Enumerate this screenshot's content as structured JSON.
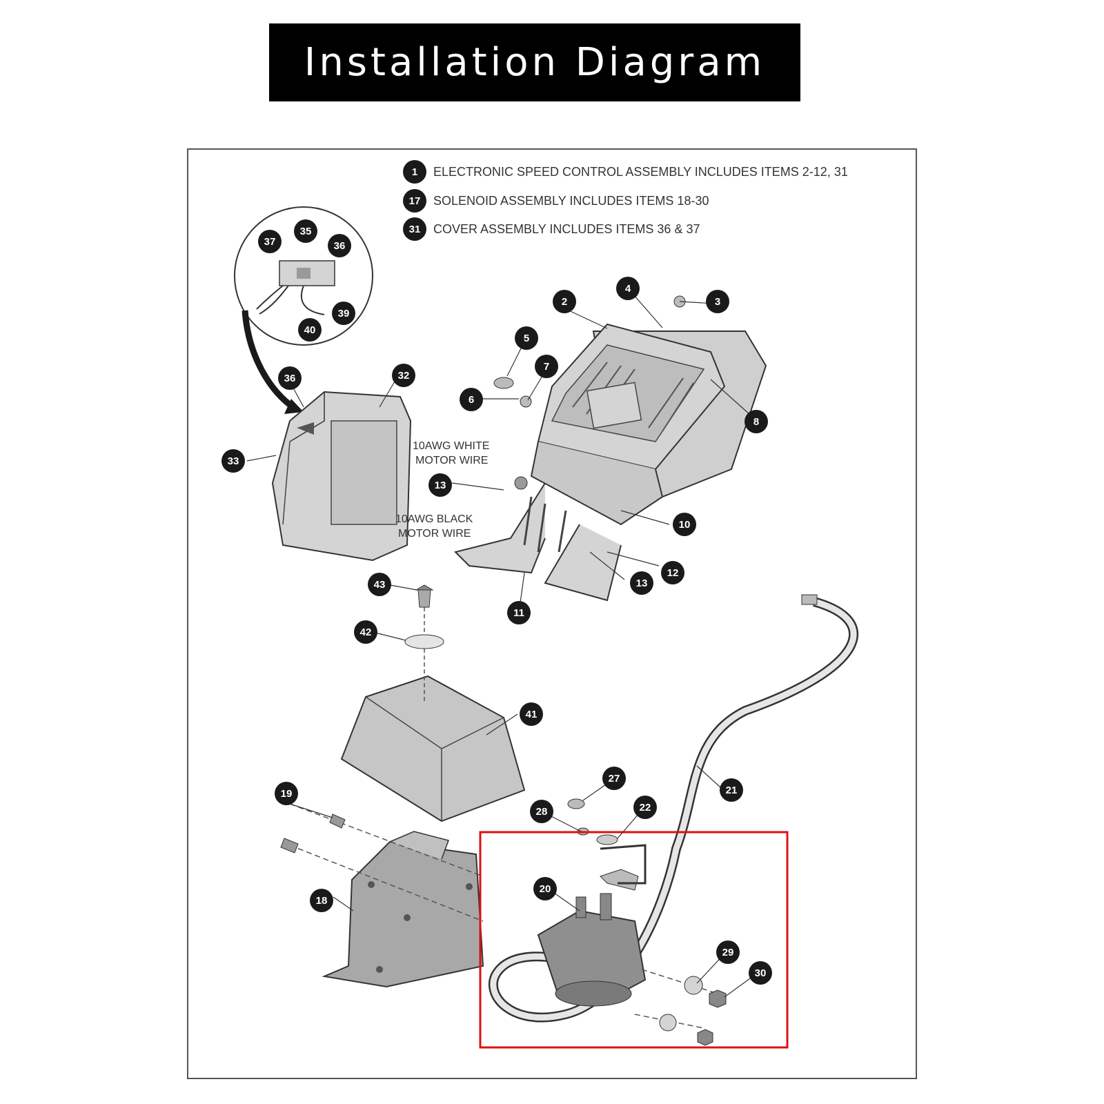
{
  "title": "Installation Diagram",
  "legend": [
    {
      "num": "1",
      "text": "ELECTRONIC SPEED CONTROL ASSEMBLY INCLUDES ITEMS 2-12, 31"
    },
    {
      "num": "17",
      "text": "SOLENOID ASSEMBLY INCLUDES ITEMS 18-30"
    },
    {
      "num": "31",
      "text": "COVER ASSEMBLY INCLUDES ITEMS 36 & 37"
    }
  ],
  "wire_labels": {
    "white_line1": "10AWG WHITE",
    "white_line2": "MOTOR WIRE",
    "black_line1": "10AWG BLACK",
    "black_line2": "MOTOR WIRE"
  },
  "callouts": {
    "c2": "2",
    "c3": "3",
    "c4": "4",
    "c5": "5",
    "c6": "6",
    "c7": "7",
    "c8": "8",
    "c10": "10",
    "c11": "11",
    "c12": "12",
    "c13a": "13",
    "c13b": "13",
    "c18": "18",
    "c19": "19",
    "c20": "20",
    "c21": "21",
    "c22": "22",
    "c27": "27",
    "c28": "28",
    "c29": "29",
    "c30": "30",
    "c32": "32",
    "c33": "33",
    "c35": "35",
    "c36a": "36",
    "c36b": "36",
    "c37": "37",
    "c39": "39",
    "c40": "40",
    "c41": "41",
    "c42": "42",
    "c43": "43"
  },
  "colors": {
    "highlight": "#dd1111",
    "part_fill": "#d4d4d4",
    "part_dark": "#9a9a9a",
    "callout_fill": "#1a1a1a"
  }
}
